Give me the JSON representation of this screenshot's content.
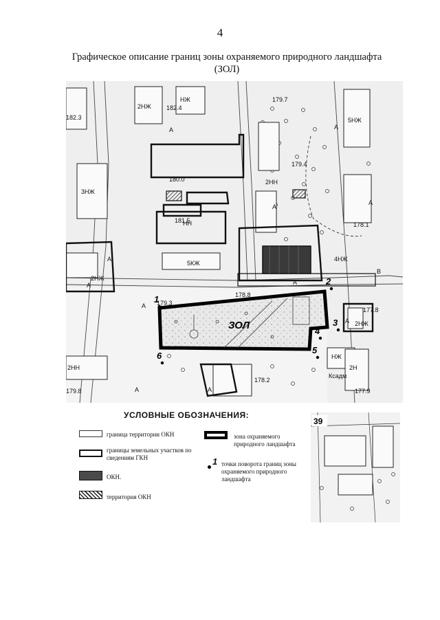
{
  "page_number": "4",
  "title_line1": "Графическое описание границ зоны охраняемого природного ландшафта",
  "title_line2": "(ЗОЛ)",
  "map": {
    "zone_label": "ЗОЛ",
    "points": [
      "1",
      "2",
      "3",
      "4",
      "5",
      "6"
    ],
    "elevations": [
      "182.4",
      "182.3",
      "179.7",
      "180.0",
      "179.4",
      "181.5",
      "178.1",
      "179.3",
      "178.8",
      "177.8",
      "178.2",
      "177.9",
      "179.8"
    ],
    "building_labels": [
      "2НЖ",
      "НЖ",
      "5НЖ",
      "3НЖ",
      "НН",
      "4НЖ",
      "2НЖ",
      "5КЖ",
      "2НН",
      "2НЖ",
      "НЖ",
      "2НН",
      "Ксадм",
      "2Н"
    ],
    "misc_labels": [
      "А",
      "А",
      "А",
      "А",
      "А",
      "А",
      "А",
      "А",
      "А",
      "А",
      "А",
      "В"
    ]
  },
  "legend": {
    "title": "УСЛОВНЫЕ ОБОЗНАЧЕНИЯ:",
    "okn_boundary": "граница территории ОКН",
    "land_plots": "границы земельных участков по сведениям ГКН",
    "okn": "ОКН.",
    "okn_territory": "территория ОКН",
    "zone": "зона охраняемого природного ландшафта",
    "point_sample": "1",
    "points": "точки поворота границ зоны охраняемого природного ландшафта"
  },
  "inset_label": "39"
}
